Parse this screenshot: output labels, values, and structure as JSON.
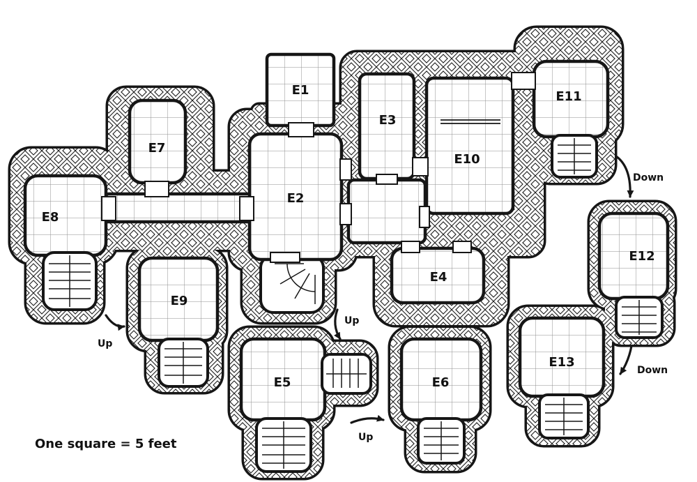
{
  "map": {
    "scale_note": "One square = 5 feet",
    "rooms": {
      "e1": "E1",
      "e2": "E2",
      "e3": "E3",
      "e4": "E4",
      "e5": "E5",
      "e6": "E6",
      "e7": "E7",
      "e8": "E8",
      "e9": "E9",
      "e10": "E10",
      "e11": "E11",
      "e12": "E12",
      "e13": "E13"
    },
    "annotations": {
      "up_e9": "Up",
      "up_e5": "Up",
      "up_e6": "Up",
      "down_e12": "Down",
      "down_e13": "Down"
    }
  }
}
